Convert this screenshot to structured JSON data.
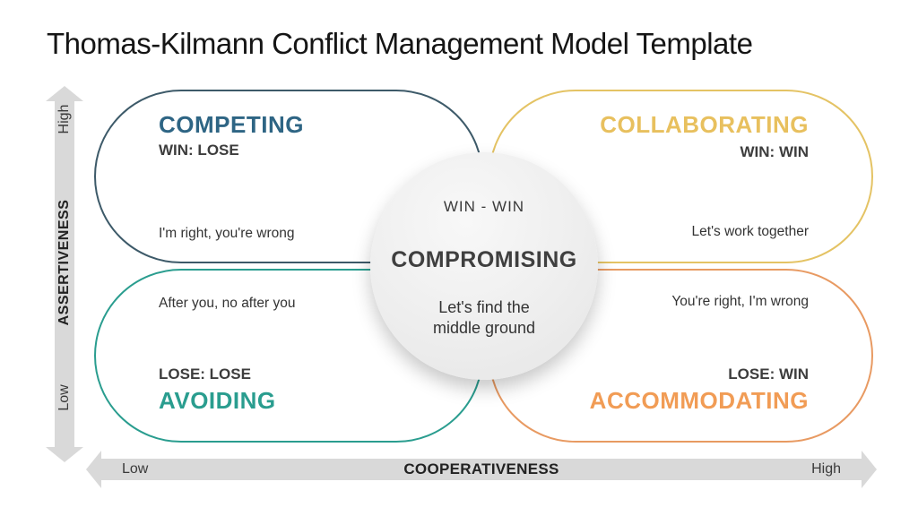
{
  "title": "Thomas-Kilmann Conflict Management Model Template",
  "quadrants": [
    {
      "name": "COMPETING",
      "outcome": "WIN: LOSE",
      "phrase": "I'm right, you're wrong",
      "heading_color": "#2e6584",
      "border_color": "#3d5a69"
    },
    {
      "name": "COLLABORATING",
      "outcome": "WIN: WIN",
      "phrase": "Let's work together",
      "heading_color": "#e8c05e",
      "border_color": "#e4c364"
    },
    {
      "name": "AVOIDING",
      "outcome": "LOSE: LOSE",
      "phrase": "After you, no after you",
      "heading_color": "#2a9d8f",
      "border_color": "#2a9d8f"
    },
    {
      "name": "ACCOMMODATING",
      "outcome": "LOSE: WIN",
      "phrase": "You're right, I'm wrong",
      "heading_color": "#f19c55",
      "border_color": "#e89a62"
    }
  ],
  "center_circle": {
    "top_label": "WIN - WIN",
    "name": "COMPROMISING",
    "phrase_line1": "Let's find the",
    "phrase_line2": "middle ground",
    "fill_color": "#ececec"
  },
  "axes": {
    "vertical": {
      "label": "ASSERTIVENESS",
      "top_label": "High",
      "bottom_label": "Low",
      "arrow_color": "#d9d9d9"
    },
    "horizontal": {
      "label": "COOPERATIVENESS",
      "left_label": "Low",
      "right_label": "High",
      "arrow_color": "#d9d9d9"
    }
  }
}
